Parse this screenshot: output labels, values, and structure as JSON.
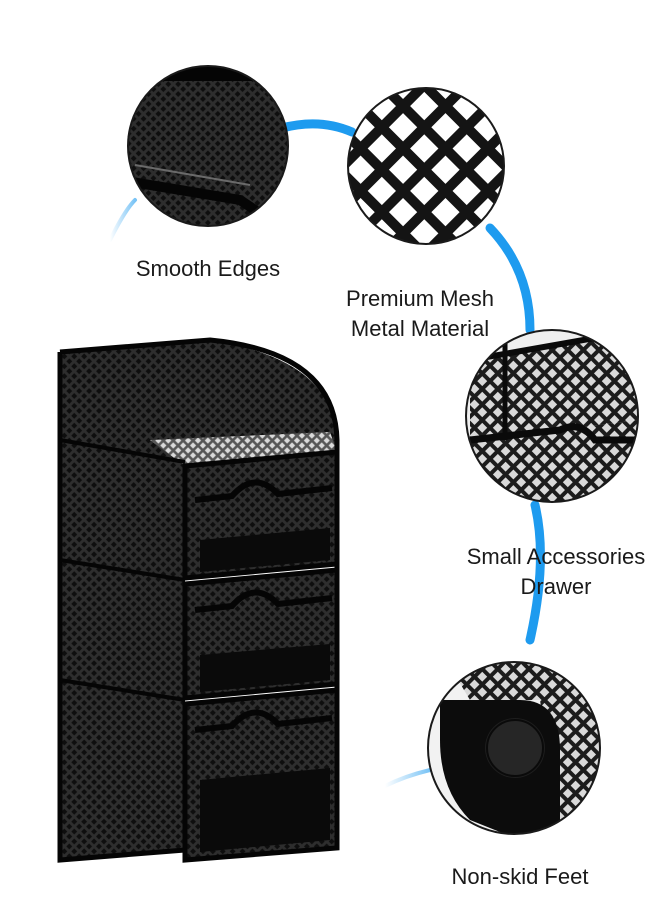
{
  "callouts": {
    "smooth_edges": "Smooth Edges",
    "mesh_line1": "Premium Mesh",
    "mesh_line2": "Metal Material",
    "drawer_line1": "Small Accessories",
    "drawer_line2": "Drawer",
    "feet": "Non-skid Feet"
  },
  "colors": {
    "background": "#ffffff",
    "accent_curve": "#1e9bef",
    "product": "#111111",
    "mesh_light": "#3a3a3a",
    "outline": "#1a1a1a"
  }
}
